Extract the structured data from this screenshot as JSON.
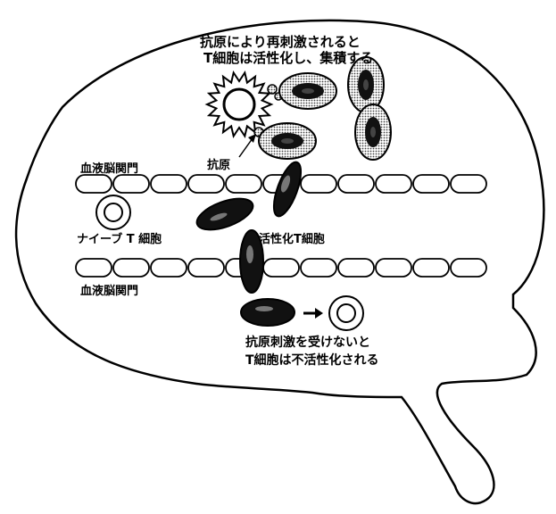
{
  "labels": {
    "reactivation_line1": "抗原により再刺激されると",
    "reactivation_line2": "T細胞は活性化し、集積する",
    "bbb_top": "血液脳関門",
    "antigen": "抗原",
    "naive_t_cell": "ナイーブ T 細胞",
    "activated_t_cell": "活性化T細胞",
    "bbb_bottom": "血液脳関門",
    "inactivation_line1": "抗原刺激を受けないと",
    "inactivation_line2": "T細胞は不活性化される"
  },
  "colors": {
    "ink": "#000000",
    "background": "#ffffff",
    "cell_fill": "#ffffff",
    "activated_cell_fill": "#111111",
    "hatch": "#555555"
  }
}
